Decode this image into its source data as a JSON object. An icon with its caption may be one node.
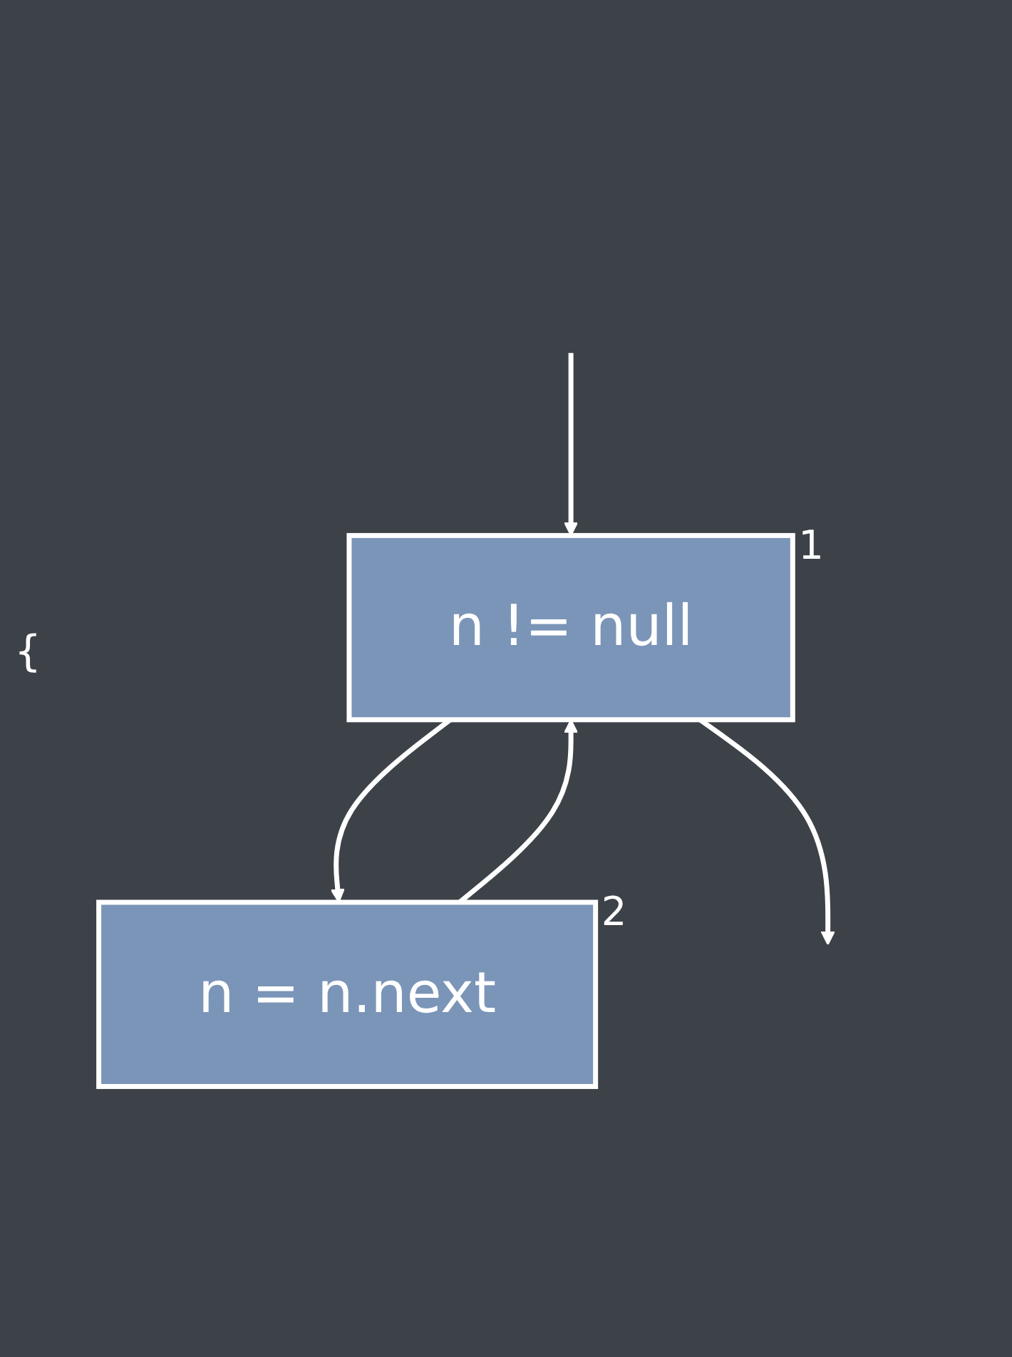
{
  "diagram": {
    "nodes": [
      {
        "text": [
          "n != null"
        ],
        "beside": [
          "1"
        ]
      },
      {
        "text": [
          "n = n.next"
        ],
        "beside": [
          "2"
        ]
      }
    ],
    "edges": [
      {
        "from": null,
        "to": 0,
        "arrow": "to"
      },
      {
        "from": 0,
        "to": 1,
        "arrow": "to"
      },
      {
        "from": 1,
        "to": 0,
        "arrow": "to"
      },
      {
        "from": 0,
        "to": null,
        "arrow": "to"
      }
    ],
    "labels": [
      "{"
    ]
  }
}
